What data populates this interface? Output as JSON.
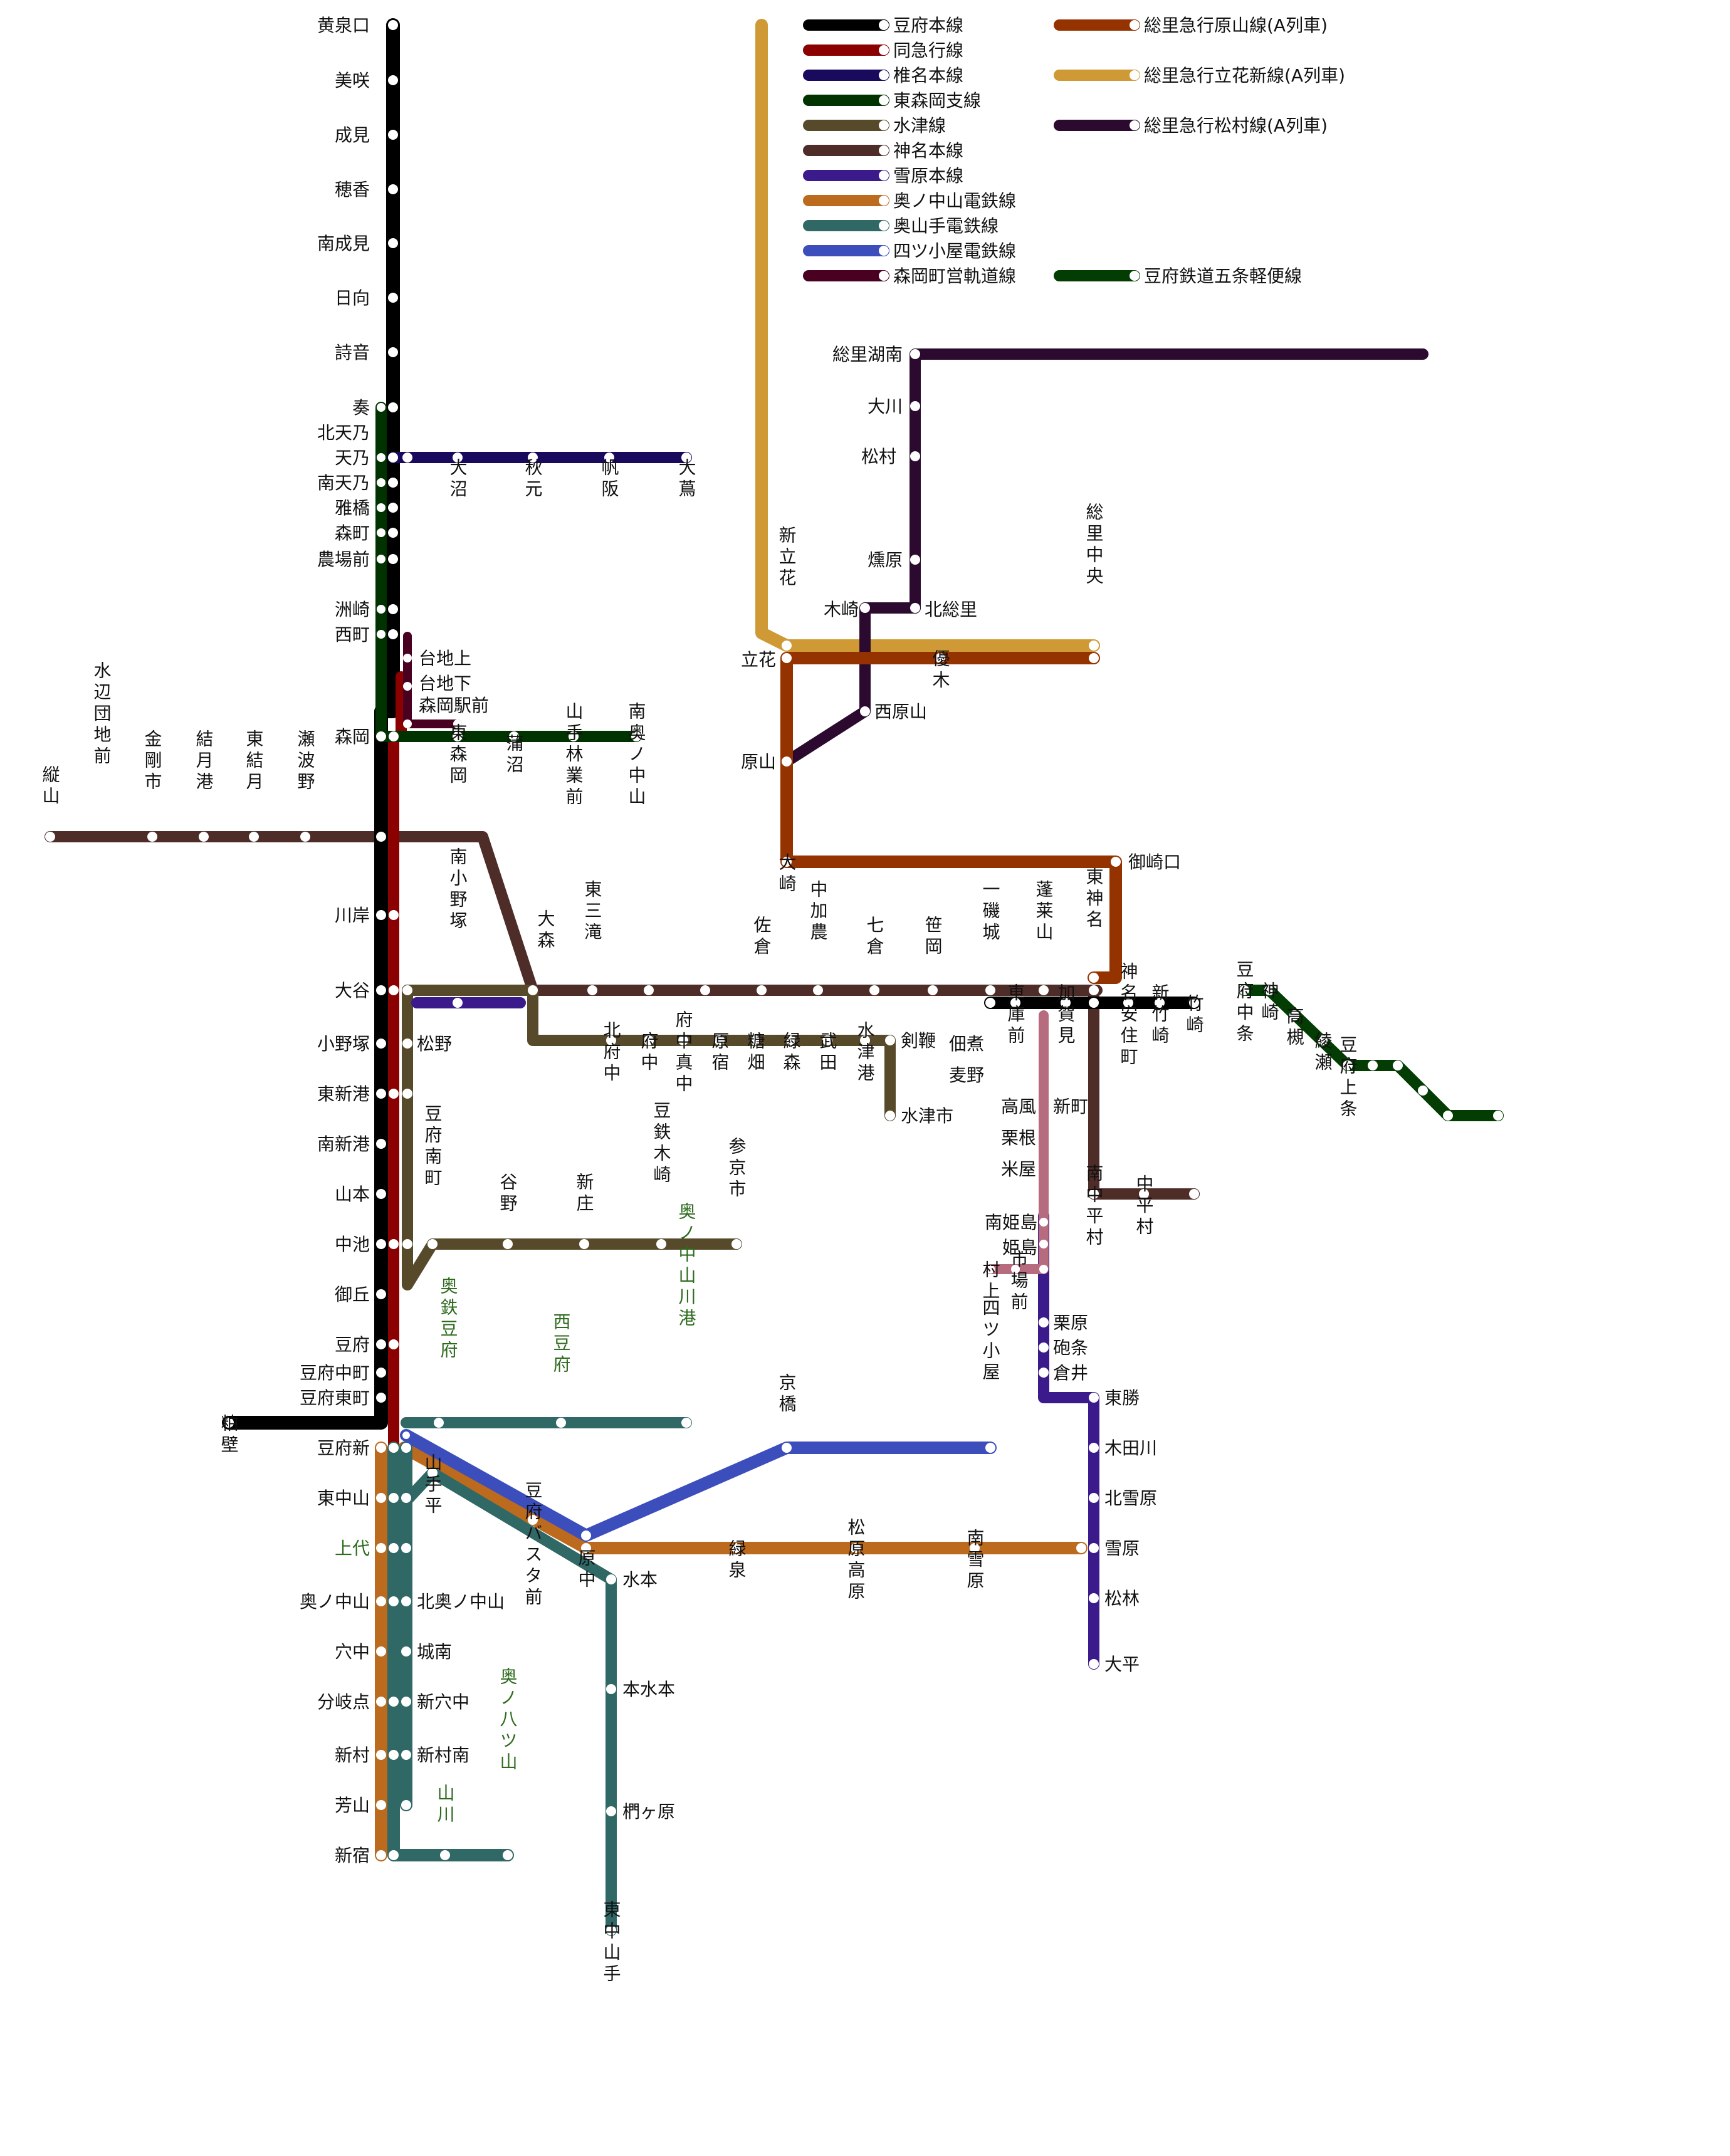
{
  "legend": [
    {
      "name": "豆府本線",
      "color": "#000000"
    },
    {
      "name": "同急行線",
      "color": "#8b0000"
    },
    {
      "name": "椎名本線",
      "color": "#1a0a5e"
    },
    {
      "name": "東森岡支線",
      "color": "#003300"
    },
    {
      "name": "水津線",
      "color": "#574a2b"
    },
    {
      "name": "神名本線",
      "color": "#4e2c28"
    },
    {
      "name": "雪原本線",
      "color": "#3b1a8c"
    },
    {
      "name": "奥ノ中山電鉄線",
      "color": "#bc6a1e"
    },
    {
      "name": "奥山手電鉄線",
      "color": "#306866"
    },
    {
      "name": "四ツ小屋電鉄線",
      "color": "#3b4ebc"
    },
    {
      "name": "森岡町営軌道線",
      "color": "#4a0020"
    },
    {
      "name": "総里急行原山線(A列車)",
      "color": "#953300"
    },
    {
      "name": "総里急行立花新線(A列車)",
      "color": "#cf9a35"
    },
    {
      "name": "総里急行松村線(A列車)",
      "color": "#2c0a30"
    },
    {
      "name": "豆府鉄道五条軽便線",
      "color": "#033d03"
    }
  ],
  "colors": {
    "mame_honsen": "#000000",
    "kyuko": "#8b0000",
    "shiina": "#1a0a5e",
    "higashi_morioka": "#003300",
    "mizutsu": "#574a2b",
    "kamina": "#4e2c28",
    "setsugen": "#3b1a8c",
    "okunonakayama": "#bc6a1e",
    "okuyamate": "#306866",
    "yotsugoya": "#3b4ebc",
    "morioka_kido": "#4a0020",
    "harayama": "#953300",
    "tachibana": "#cf9a35",
    "matsumura": "#2c0a30",
    "gojo": "#033d03",
    "himeshima_pink": "#b76b7e"
  },
  "stations": {
    "koizumiguchi": "黄泉口",
    "misaki": "美咲",
    "narumi": "成見",
    "hoka": "穂香",
    "minaminarumi": "南成見",
    "himukai": "日向",
    "shion": "詩音",
    "kanade": "奏",
    "kitaamano": "北天乃",
    "amano": "天乃",
    "minamiamano": "南天乃",
    "miyabibashi": "雅橋",
    "morimachi": "森町",
    "nojomae": "農場前",
    "suzaki": "洲崎",
    "nishimachi": "西町",
    "daichiue": "台地上",
    "daichishita": "台地下",
    "moriokaekimae": "森岡駅前",
    "morioka": "森岡",
    "higashimorioka": "東森岡",
    "gamanuma": "蒲沼",
    "yamateringyomae": "山手林業前",
    "minamiokunonakayama": "南奥ノ中山",
    "mizubedanchimae": "水辺団地前",
    "kongoichi": "金剛市",
    "yuizukiko": "結月港",
    "higashiyuizuki": "東結月",
    "senamino": "瀬波野",
    "tateyama": "縦山",
    "kawagishi": "川岸",
    "minamionozuka": "南小野塚",
    "omori": "大森",
    "higashimitaki": "東三滝",
    "sakura": "佐倉",
    "nakakano": "中加農",
    "nanakura": "七倉",
    "sasaoka": "笹岡",
    "ichiiso": "一磯城",
    "horaisan": "蓬莱山",
    "higashikamina": "東神名",
    "oya": "大谷",
    "onozuka": "小野塚",
    "matsuno": "松野",
    "higashishinko": "東新港",
    "minamishinko": "南新港",
    "yamamoto": "山本",
    "nakaike": "中池",
    "mioka": "御丘",
    "mamefu": "豆府",
    "mamefunakamachi": "豆府中町",
    "mamefuhigashimachi": "豆府東町",
    "mamefushin": "豆府新",
    "kasukabe": "粕壁",
    "kitafuchu": "北府中",
    "fuchu": "府中",
    "fuchumanaka": "府中真中",
    "harajuku": "原宿",
    "tobatake": "糖畑",
    "midorimori": "緑森",
    "takeda": "武田",
    "mizutsuko": "水津港",
    "kenben": "剣鞭",
    "mizutsushi": "水津市",
    "mamefuminamimachi": "豆府南町",
    "yano": "谷野",
    "shinjo": "新庄",
    "mametetsukizaki": "豆鉄木崎",
    "sankyoichi": "参京市",
    "okunonakayamakawaminato": "奥ノ中山川港",
    "okutetsumamefu": "奥鉄豆府",
    "nishimamefu": "西豆府",
    "kyobashi": "京橋",
    "yotsugoya": "四ツ小屋",
    "higashinakayama": "東中山",
    "kamishiro": "上代",
    "okunonakayama": "奥ノ中山",
    "anachu": "穴中",
    "bunkiten": "分岐点",
    "shinmura": "新村",
    "yoshiyama": "芳山",
    "shinjuku": "新宿",
    "yamatedaira": "山手平",
    "kitaokunonakayama": "北奥ノ中山",
    "jonan": "城南",
    "shinanachu": "新穴中",
    "shinmuraminami": "新村南",
    "yamakawa": "山川",
    "okunoyatsuyama": "奥ノ八ツ山",
    "mamefubasutamae": "豆府バスタ前",
    "haranaka": "原中",
    "mizumoto": "水本",
    "honmizumoto": "本水本",
    "kunugahara": "椚ヶ原",
    "higashinakayamate": "東中山手",
    "midoriizumi": "緑泉",
    "matsubaradaka": "松原高原",
    "minamiyukihara": "南雪原",
    "sorimizuminami": "総里湖南",
    "okawa": "大川",
    "matsumura": "松村",
    "ibushihara": "燻原",
    "kisaki": "木崎",
    "kitasori": "北総里",
    "shintachibana": "新立花",
    "tachibana": "立花",
    "sorichuo": "総里中央",
    "yuki": "優木",
    "nishiharayama": "西原山",
    "harayama": "原山",
    "osaki": "大崎",
    "misakiguchi": "御崎口",
    "tsukudani": "佃煮",
    "mugino": "麦野",
    "shakomae": "車庫前",
    "takakaze": "高風",
    "kurine": "栗根",
    "yoneya": "米屋",
    "kagami": "加賀見",
    "shinmachi": "新町",
    "kaminaanjumachi": "神名安住町",
    "shintakezaki": "新竹崎",
    "takezaki": "竹崎",
    "minamihimeshima": "南姫島",
    "himeshima": "姫島",
    "murakami": "村上",
    "ichibamae": "市場前",
    "kurihara": "栗原",
    "hojo": "砲条",
    "kurai": "倉井",
    "minaminakahiramura": "南中平村",
    "nakahiramura": "中平村",
    "higashikatsu": "東勝",
    "kitagawa": "木田川",
    "kitayukihara": "北雪原",
    "yukihara": "雪原",
    "shorin": "松林",
    "ohira": "大平",
    "mamefunakajo": "豆府中条",
    "kanzaki": "神崎",
    "takatsuki": "高槻",
    "ayase": "綾瀬",
    "mamefukamijo": "豆府上条",
    "oshima": "大沼",
    "akimoto": "秋元",
    "hansaka": "帆阪",
    "otsuta": "大蔦"
  }
}
